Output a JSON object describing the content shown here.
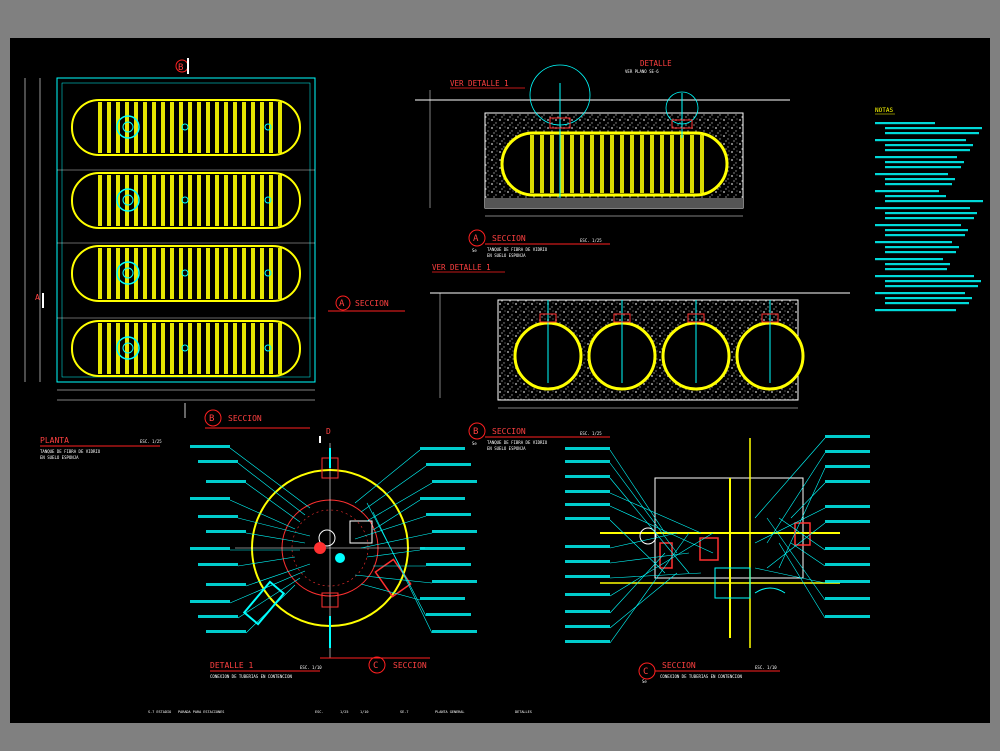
{
  "plan": {
    "title": "PLANTA",
    "scale": "ESC. 1/25",
    "subtitle": [
      "TANQUE DE FIBRA DE VIDRIO",
      "EN SUELO ESPONJA"
    ],
    "section_a": {
      "letter": "A",
      "word": "SECCION"
    },
    "section_b": {
      "letter": "B",
      "word": "SECCION"
    }
  },
  "section_a": {
    "letter": "A",
    "word": "SECCION",
    "sheet": "Se",
    "scale": "ESC. 1/25",
    "subtitle": [
      "TANQUE DE FIBRA DE VIDRIO",
      "EN SUELO ESPONJA"
    ],
    "ver_detalle": "VER DETALLE 1",
    "detalle_title": "DETALLE",
    "detalle_sub": "VER PLANO SE-6"
  },
  "section_b": {
    "letter": "B",
    "word": "SECCION",
    "sheet": "Se",
    "scale": "ESC. 1/25",
    "subtitle": [
      "TANQUE DE FIBRA DE VIDRIO",
      "EN SUELO ESPONJA"
    ],
    "ver_detalle": "VER DETALLE 1"
  },
  "detalle1": {
    "title": "DETALLE 1",
    "scale": "ESC. 1/10",
    "subtitle": "CONEXION DE TUBERIAS EN CONTENCION",
    "section_c": {
      "letter": "C",
      "word": "SECCION"
    }
  },
  "section_c": {
    "letter": "C",
    "word": "SECCION",
    "sheet": "Se",
    "scale": "ESC. 1/10",
    "subtitle": "CONEXION DE TUBERIAS EN CONTENCION"
  },
  "notes": {
    "title": "NOTAS"
  },
  "title_block": [
    "S-7 ESTADIO",
    "PARADA PARA ESTACIONES",
    "ESC.",
    "1/25",
    "1/10",
    "SE-7",
    "PLANTA GENERAL",
    "DETALLES"
  ],
  "colors": {
    "background": "#000000",
    "frame": "#808080",
    "tank": "#ffff00",
    "annotation": "#00ffff",
    "section_marker": "#ff2020",
    "white_line": "#ffffff",
    "fitting_red": "#ff3030"
  }
}
